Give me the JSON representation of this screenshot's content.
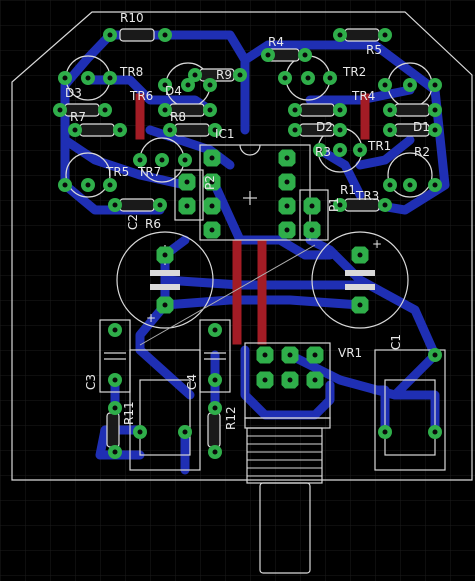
{
  "labels": {
    "R10": "R10",
    "R4": "R4",
    "R5": "R5",
    "TR8": "TR8",
    "TR2": "TR2",
    "R9": "R9",
    "D3": "D3",
    "D4": "D4",
    "TR6": "TR6",
    "TR4": "TR4",
    "R7": "R7",
    "R8": "R8",
    "IC1": "IC1",
    "D2": "D2",
    "D1": "D1",
    "R3": "R3",
    "TR1": "TR1",
    "R2": "R2",
    "TR5": "TR5",
    "TR7": "TR7",
    "P2": "P2",
    "R1": "R1",
    "TR3": "TR3",
    "P1": "P1",
    "C2": "C2",
    "R6": "R6",
    "VR1": "VR1",
    "C1": "C1",
    "C3": "C3",
    "C4": "C4",
    "R11": "R11",
    "R12": "R12"
  },
  "colors": {
    "background": "#000000",
    "grid": "#1c1c1c",
    "bottom_copper": "#1f2fb4",
    "top_copper": "#a31c25",
    "pad": "#2fae4a",
    "silkscreen": "#e0e0e0"
  }
}
